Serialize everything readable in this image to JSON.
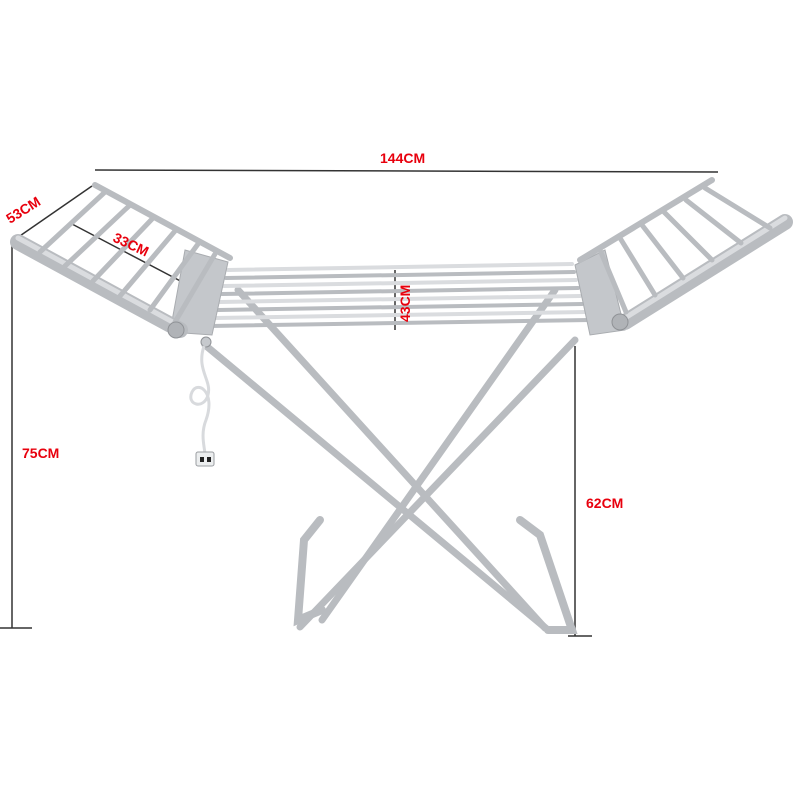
{
  "product": {
    "name": "heated-clothes-airer-wings",
    "colors": {
      "frame": "#b9bcc0",
      "label": "#e8000d",
      "dimension_line": "#333333",
      "background": "#ffffff"
    }
  },
  "dimensions": {
    "total_width": "144CM",
    "wing_length": "53CM",
    "wing_inner_width": "33CM",
    "center_depth": "43CM",
    "total_height": "75CM",
    "center_height": "62CM"
  }
}
